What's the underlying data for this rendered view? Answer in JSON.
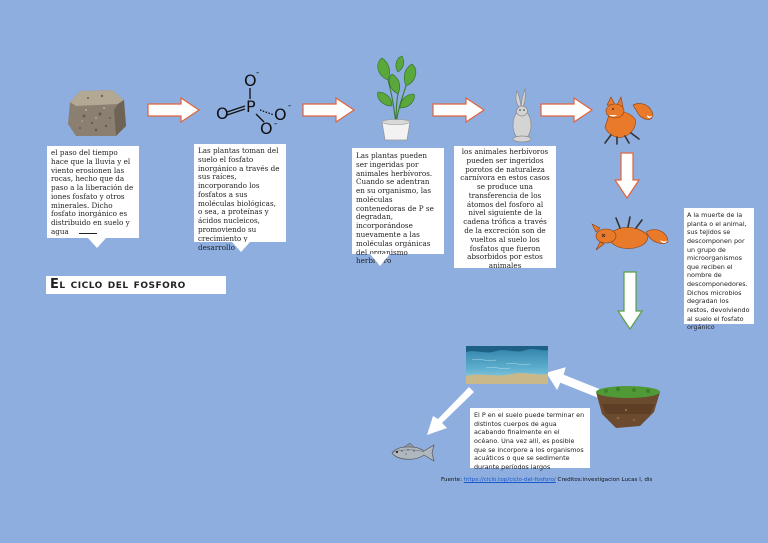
{
  "title": "El ciclo del fosforo",
  "molecule": {
    "atoms": [
      "O",
      "P",
      "O",
      "O",
      "O"
    ],
    "charges": [
      "-",
      "-",
      "-"
    ]
  },
  "texts": {
    "rock": "el paso del tiempo hace que la lluvia y el viento erosionen las rocas, hecho que da paso a la liberación de iones fosfato y otros minerales. Dicho fosfato inorgánico es distribuido en suelo y agua",
    "plants_absorb": "Las plantas toman del suelo el fosfato inorgánico a través de sus raíces, incorporando los fosfatos a sus moléculas biológicas, o sea, a proteínas y ácidos nucleicos, promoviendo su crecimiento y desarrollo",
    "herbivores": "Las plantas pueden ser ingeridas por animales herbívoros. Cuando se adentran en su organismo, las moléculas contenedoras de P se degradan, incorporándose nuevamente a las moléculas orgánicas del organismo herbívoro",
    "carnivores": "los animales herbívoros pueden ser ingeridos porotos de naturaleza carnívora en estos casos se produce una transferencia de los átomos del fosforo al nivel siguiente de la cadena trófica a través de la excreción son de vueltos al suelo los fosfatos que fueron absorbidos por estos animales",
    "decomposers": "A la muerte de la planta o el animal, sus tejidos se descomponen por un grupo de microorganismos que reciben el nombre de descomponedores. Dichos microbios degradan los restos, devolviendo al suelo el fosfato orgánico",
    "ocean": "El P en el suelo puede terminar en distintos cuerpos de agua acabando finalmente en el océano. Una vez allí, es posible que se incorpore a los organismos acuáticos o que se sedimente durante períodos largos"
  },
  "footer": {
    "label": "Fuente:",
    "link": "https://ciclo.top/ciclo-del-fosforo/",
    "credits": "Creditos:investigacion Lucas l, dis"
  },
  "colors": {
    "background": "#8eaee0",
    "arrow_fill": "#ffffff",
    "arrow_stroke": "#e0643c",
    "fox": "#e87a2a"
  }
}
